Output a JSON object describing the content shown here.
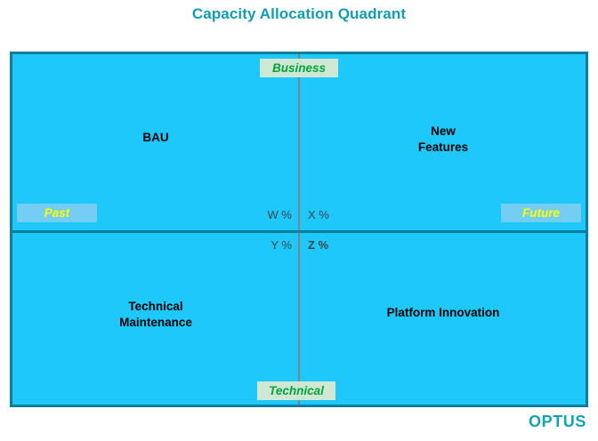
{
  "title": "Capacity Allocation Quadrant",
  "brand": "OPTUS",
  "colors": {
    "title": "#129cb0",
    "frame_fill": "#1ec8fb",
    "frame_border": "#0d7f9b",
    "vertical_axis": "#7f8385",
    "horizontal_axis": "#0d7f9b",
    "vertical_cap_bg": "#cfe8d4",
    "vertical_cap_text": "#00a33c",
    "horizontal_cap_bg": "#74cdf4",
    "horizontal_cap_text": "#ffff00",
    "quadrant_text": "#000000",
    "pct_text": "#3d4446",
    "brand": "#14a2b4"
  },
  "chart_data": {
    "type": "scatter",
    "title": "Capacity Allocation Quadrant",
    "xlabel": "Past ↔ Future",
    "ylabel": "Technical ↔ Business",
    "grid": false,
    "legend": "none",
    "axes": {
      "vertical_top_label": "Business",
      "vertical_bottom_label": "Technical",
      "horizontal_left_label": "Past",
      "horizontal_right_label": "Future"
    },
    "quadrants": [
      {
        "position": "top-left",
        "label": "BAU",
        "value_label": "W %",
        "x_axis": "Past",
        "y_axis": "Business"
      },
      {
        "position": "top-right",
        "label": "New\nFeatures",
        "value_label": "X %",
        "x_axis": "Future",
        "y_axis": "Business"
      },
      {
        "position": "bottom-left",
        "label": "Technical\nMaintenance",
        "value_label": "Y %",
        "x_axis": "Past",
        "y_axis": "Technical"
      },
      {
        "position": "bottom-right",
        "label": "Platform Innovation",
        "value_label": "Z %",
        "x_axis": "Future",
        "y_axis": "Technical"
      }
    ]
  }
}
